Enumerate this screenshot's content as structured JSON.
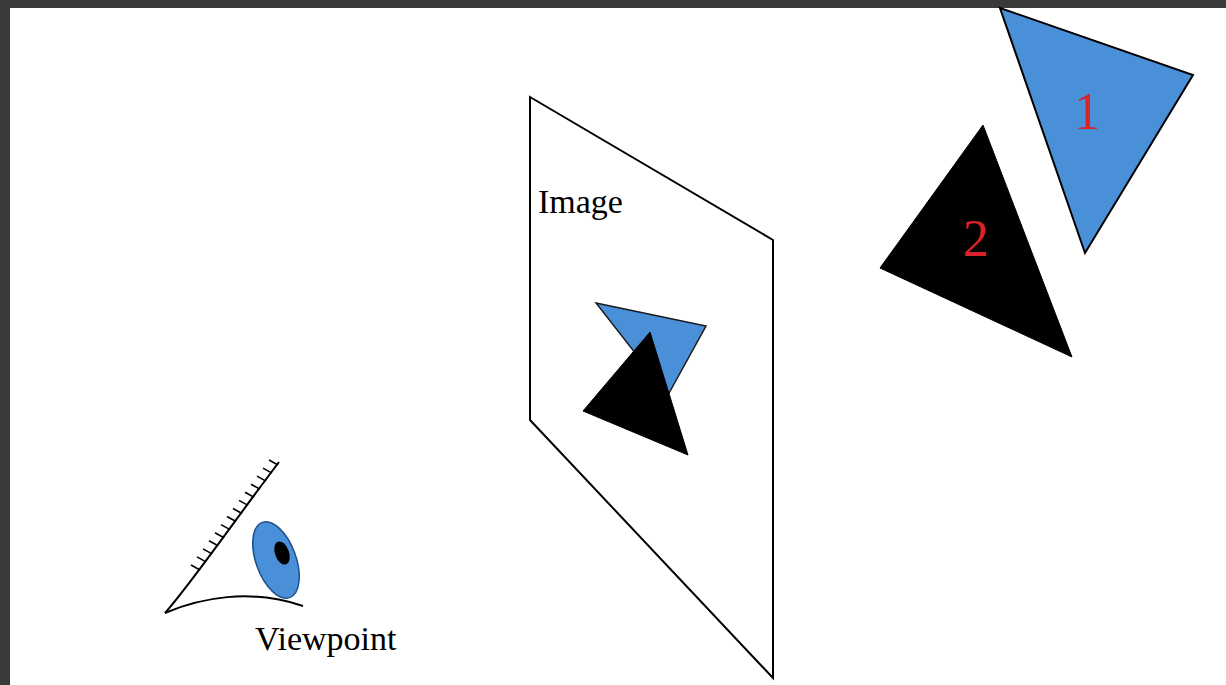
{
  "diagram": {
    "nodes": [
      {
        "text": [
          "Image"
        ]
      },
      {
        "text": [
          "1"
        ]
      },
      {
        "text": [
          "2"
        ]
      }
    ],
    "labels": [
      "Viewpoint"
    ]
  }
}
